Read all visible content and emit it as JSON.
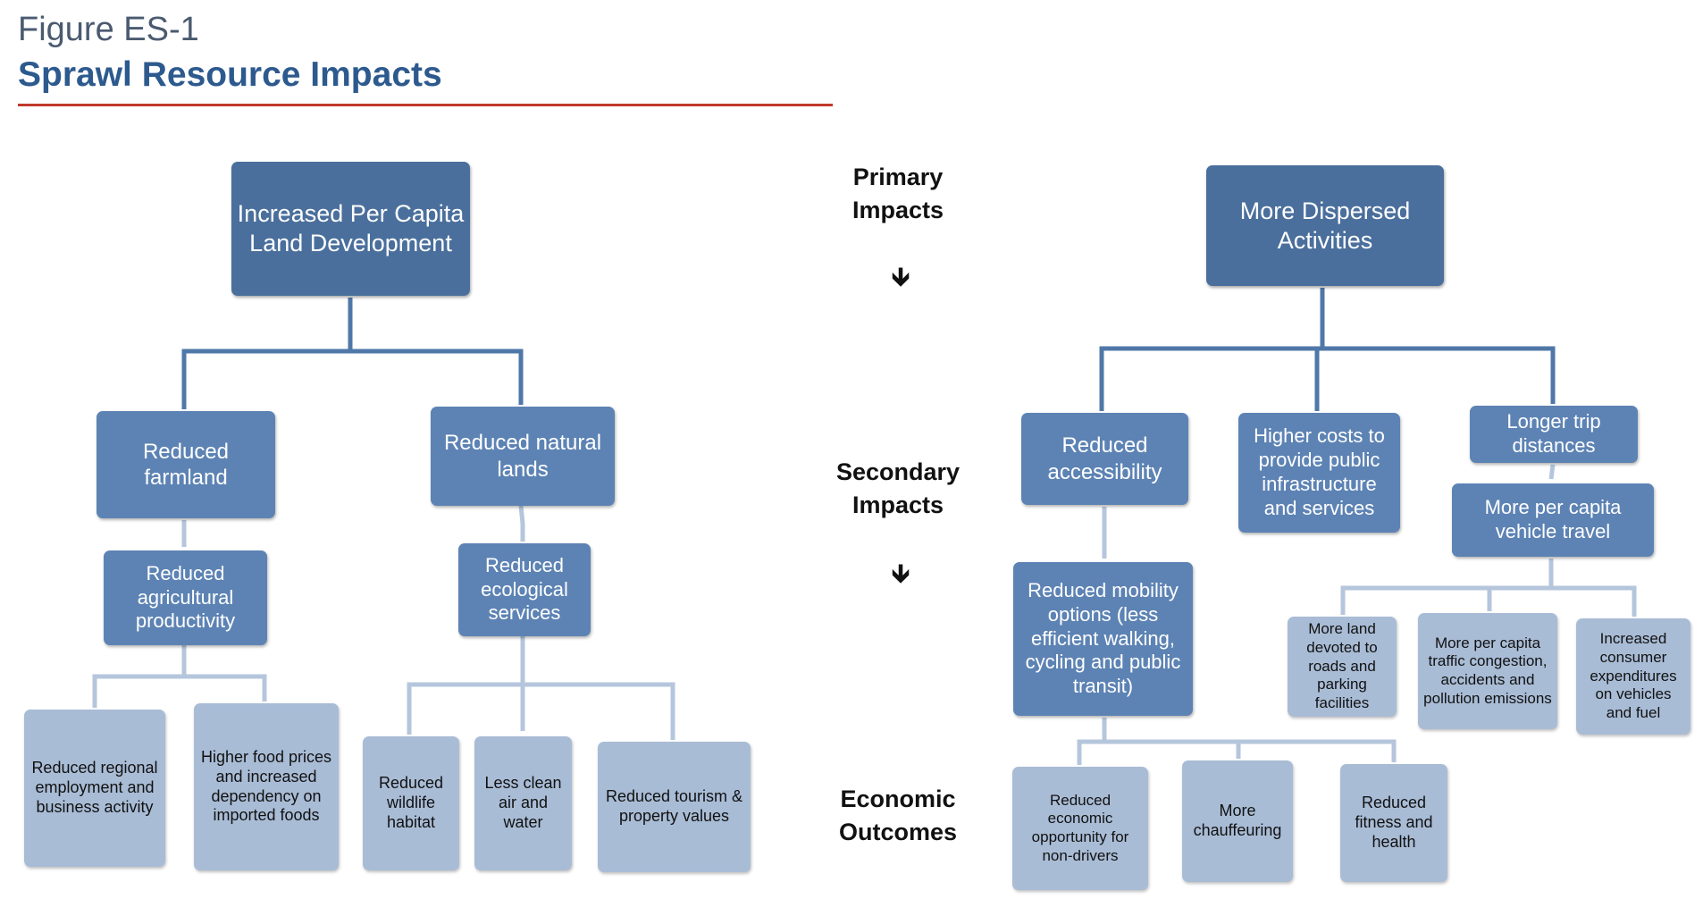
{
  "figure": {
    "label": "Figure ES-1",
    "title": "Sprawl Resource Impacts"
  },
  "levels": {
    "primary": "Primary Impacts",
    "secondary": "Secondary Impacts",
    "economic": "Economic Outcomes",
    "arrow_glyph": "🡻"
  },
  "left_tree": {
    "root": "Increased Per Capita Land Development",
    "farmland": "Reduced farmland",
    "natural": "Reduced natural lands",
    "agri": "Reduced agricultural productivity",
    "eco": "Reduced ecological services",
    "employment": "Reduced regional employment and business activity",
    "food": "Higher food prices and increased dependency on imported foods",
    "wildlife": "Reduced wildlife habitat",
    "clean": "Less clean air and water",
    "tourism": "Reduced tourism & property values"
  },
  "right_tree": {
    "root": "More Dispersed Activities",
    "access": "Reduced accessibility",
    "costs": "Higher costs to provide public infrastructure and services",
    "trip": "Longer trip distances",
    "vehicle": "More per capita vehicle travel",
    "mobility": "Reduced mobility options (less efficient walking, cycling and public transit)",
    "land": "More land devoted to roads and parking facilities",
    "traffic": "More per capita traffic congestion, accidents and pollution emissions",
    "consumer": "Increased consumer expenditures on vehicles and fuel",
    "opportunity": "Reduced economic opportunity for non-drivers",
    "chauffeuring": "More chauffeuring",
    "fitness": "Reduced fitness and health"
  },
  "colors": {
    "dark": "#4a6f9c",
    "mid": "#5d83b4",
    "light": "#a9bcd6",
    "connector": "#4f78a8",
    "connector_light": "#b5c6dc",
    "rule": "#c0392b",
    "title": "#2d5a8e"
  }
}
